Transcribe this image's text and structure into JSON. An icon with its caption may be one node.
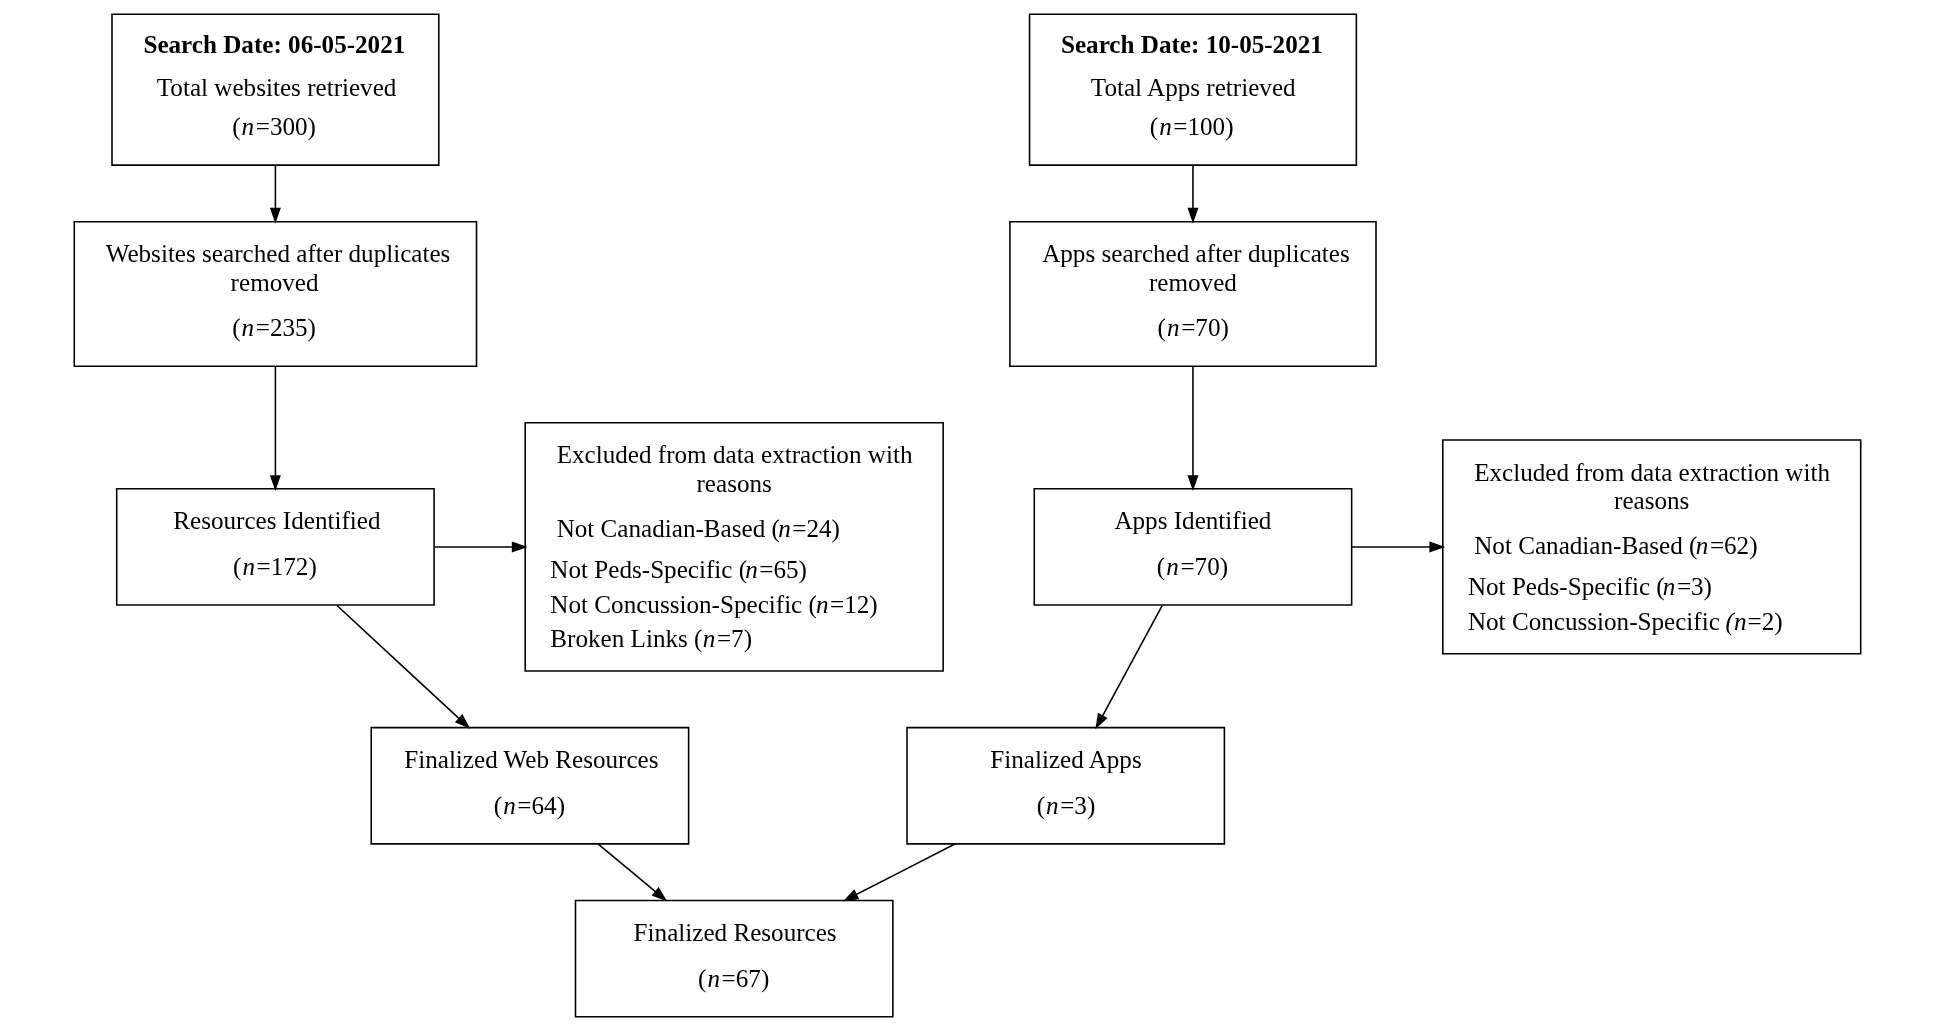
{
  "diagram": {
    "nodes": [
      {
        "text": [
          "Search Date: 06-05-2021",
          "Total websites retrieved",
          "(*n*=300)"
        ]
      },
      {
        "text": [
          "Websites searched after duplicates removed",
          "(*n*=235)"
        ]
      },
      {
        "text": [
          "Resources Identified",
          "(*n*=172)"
        ]
      },
      {
        "text": [
          "Excluded from data extraction with reasons",
          "Not Canadian-Based (*n*=24)",
          "Not Peds-Specific (*n*=65)",
          "Not Concussion-Specific (*n*=12)",
          "Broken Links (*n*=7)"
        ]
      },
      {
        "text": [
          "Finalized Web Resources",
          "(*n*=64)"
        ]
      },
      {
        "text": [
          "Search Date: 10-05-2021",
          "Total Apps retrieved",
          "(*n*=100)"
        ]
      },
      {
        "text": [
          "Apps searched after duplicates removed",
          "(*n*=70)"
        ]
      },
      {
        "text": [
          "Apps Identified",
          "(*n*=70)"
        ]
      },
      {
        "text": [
          "Excluded from data extraction with reasons",
          "Not Canadian-Based (*n*=62)",
          "Not Peds-Specific (*n*=3)",
          "Not Concussion-Specific *(n*=2)"
        ]
      },
      {
        "text": [
          "Finalized Apps",
          "(*n*=3)"
        ]
      },
      {
        "text": [
          "Finalized Resources",
          "(*n*=67)"
        ]
      }
    ],
    "edges": [
      {
        "from": 0,
        "to": 1,
        "arrow": "to"
      },
      {
        "from": 1,
        "to": 2,
        "arrow": "to"
      },
      {
        "from": 2,
        "to": 3,
        "arrow": "to"
      },
      {
        "from": 2,
        "to": 4,
        "arrow": "to"
      },
      {
        "from": 5,
        "to": 6,
        "arrow": "to"
      },
      {
        "from": 6,
        "to": 7,
        "arrow": "to"
      },
      {
        "from": 7,
        "to": 8,
        "arrow": "to"
      },
      {
        "from": 7,
        "to": 9,
        "arrow": "to"
      },
      {
        "from": 4,
        "to": 10,
        "arrow": "to"
      },
      {
        "from": 9,
        "to": 10,
        "arrow": "to"
      }
    ]
  }
}
